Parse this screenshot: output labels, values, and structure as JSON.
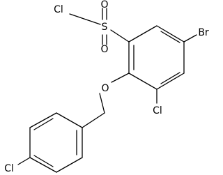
{
  "structure": {
    "bond_color": "#000000",
    "background": "#ffffff",
    "atoms": {
      "sulfonyl_cl": "Cl",
      "sulfur": "S",
      "oxygen_top": "O",
      "oxygen_bottom": "O",
      "bromine": "Br",
      "ether_oxygen": "O",
      "ring_chlorine": "Cl",
      "para_chlorine": "Cl"
    }
  }
}
